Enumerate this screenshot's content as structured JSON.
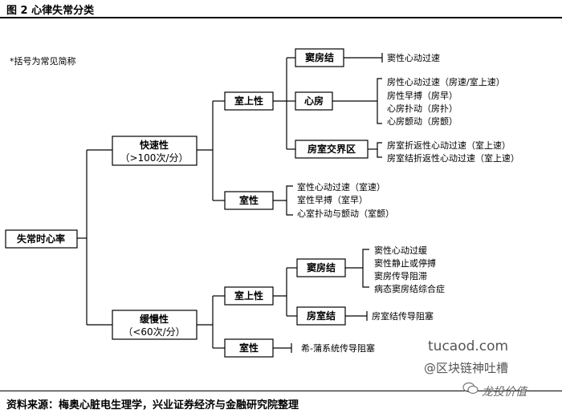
{
  "figure_title": "图 2 心律失常分类",
  "note": "*括号为常见简称",
  "root": "失常时心率",
  "fast": {
    "label": "快速性",
    "sub": "（>100次/分）"
  },
  "slow": {
    "label": "缓慢性",
    "sub": "（<60次/分）"
  },
  "fast_supra": "室上性",
  "fast_ventricular": "室性",
  "sinus_fast": "窦房结",
  "atrial": "心房",
  "avjunction": "房室交界区",
  "slow_supra": "室上性",
  "slow_ventricular": "室性",
  "sinus_slow": "窦房结",
  "av_node": "房室结",
  "leaves": {
    "sinus_tachy": "窦性心动过速",
    "atrial_list": [
      "房性心动过速（房速/室上速）",
      "房性早搏（房早）",
      "心房扑动（房扑）",
      "心房颤动（房颤）"
    ],
    "junction_list": [
      "房室折返性心动过速（室上速）",
      "房室结折返性心动过速（室上速）"
    ],
    "ventricular_list": [
      "室性心动过速（室速）",
      "室性早搏（室早）",
      "心室扑动与颤动（室颤）"
    ],
    "sinus_slow_list": [
      "窦性心动过缓",
      "窦性静止或停搏",
      "窦房传导阻滞",
      "病态窦房结综合症"
    ],
    "av_block": "房室结传导阻塞",
    "his_purkinje": "希-蒲系统传导阻塞"
  },
  "footer": "资料来源：梅奥心脏电生理学，兴业证券经济与金融研究院整理",
  "watermark": {
    "site": "tucaod.com",
    "handle": "@区块链神吐槽",
    "logo_text": "龙投价值"
  }
}
